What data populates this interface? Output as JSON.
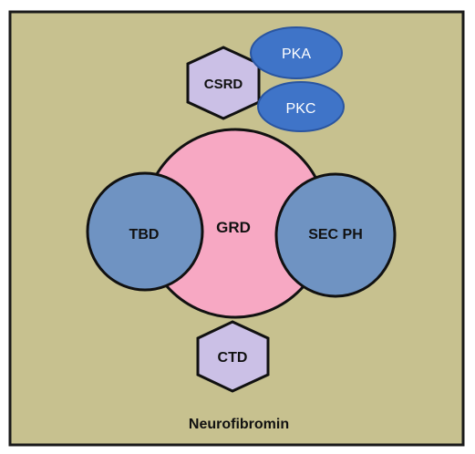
{
  "diagram": {
    "title": "Neurofibromin",
    "background_color": "#c7c18f",
    "border_color": "#1a1a1a",
    "domains": {
      "central": {
        "label": "GRD",
        "color": "#f7a8c3"
      },
      "left": {
        "label": "TBD",
        "color": "#6f93c2"
      },
      "right": {
        "label": "SEC PH",
        "color": "#6f93c2"
      },
      "top": {
        "label": "CSRD",
        "color": "#cbc0e6"
      },
      "bottom": {
        "label": "CTD",
        "color": "#cbc0e6"
      }
    },
    "kinases": [
      {
        "label": "PKA",
        "color": "#3f74c8"
      },
      {
        "label": "PKC",
        "color": "#3f74c8"
      }
    ]
  }
}
